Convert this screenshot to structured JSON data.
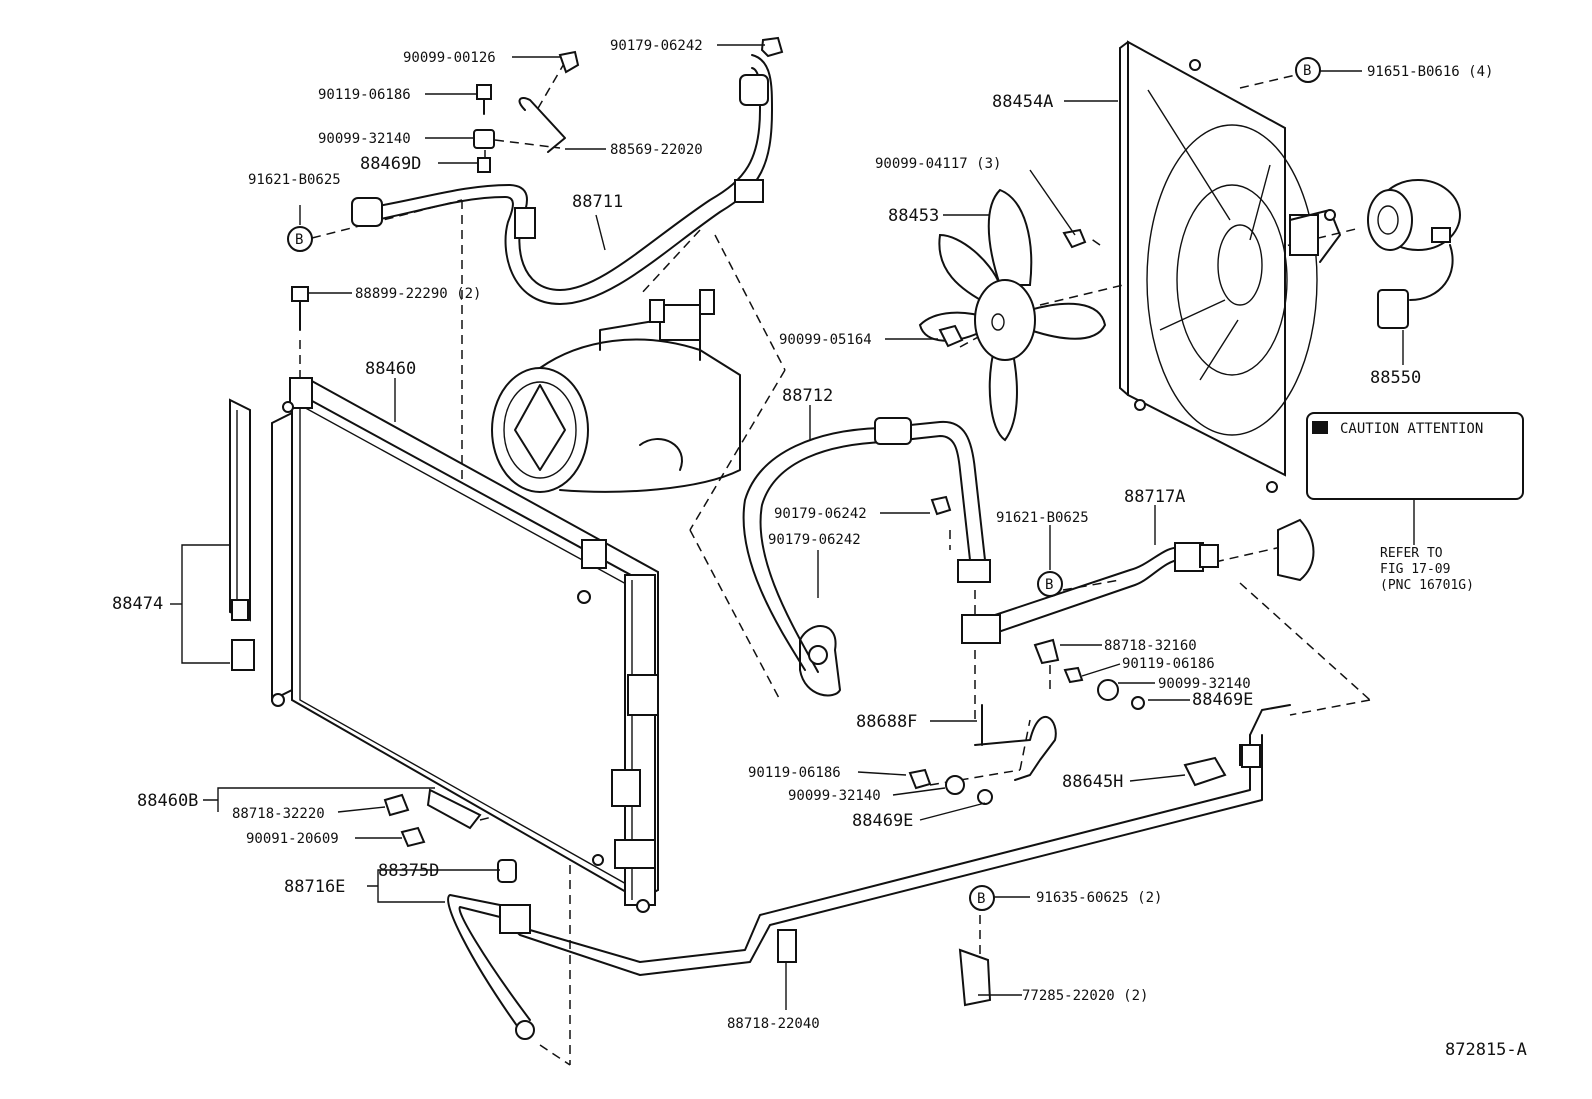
{
  "diagram_id": "872815-A",
  "callouts": {
    "c_90099_00126": "90099-00126",
    "c_90179_06242_top": "90179-06242",
    "c_90119_06186_top": "90119-06186",
    "c_90099_32140_top": "90099-32140",
    "c_88569_22020": "88569-22020",
    "c_88469D": "88469D",
    "c_91621_B0625_left": "91621-B0625",
    "c_88711": "88711",
    "c_88899_22290": "88899-22290 (2)",
    "c_88460": "88460",
    "c_88474": "88474",
    "c_88454A": "88454A",
    "c_91651_B0616": "91651-B0616 (4)",
    "c_90099_04117": "90099-04117 (3)",
    "c_88453": "88453",
    "c_90099_05164": "90099-05164",
    "c_88550": "88550",
    "c_88712": "88712",
    "c_90179_06242_mid1": "90179-06242",
    "c_90179_06242_mid2": "90179-06242",
    "c_91621_B0625_right": "91621-B0625",
    "c_88717A": "88717A",
    "c_88718_32160": "88718-32160",
    "c_90119_06186_right": "90119-06186",
    "c_90099_32140_right": "90099-32140",
    "c_88469E_right": "88469E",
    "c_88688F": "88688F",
    "c_90119_06186_low": "90119-06186",
    "c_90099_32140_low": "90099-32140",
    "c_88469E_low": "88469E",
    "c_88645H": "88645H",
    "c_88460B": "88460B",
    "c_88718_32220": "88718-32220",
    "c_90091_20609": "90091-20609",
    "c_88716E": "88716E",
    "c_88375D": "88375D",
    "c_91635_60625": "91635-60625 (2)",
    "c_77285_22020": "77285-22020 (2)",
    "c_88718_22040": "88718-22040"
  },
  "markers": {
    "b_letter": "B"
  },
  "caution_label": {
    "text": "CAUTION ATTENTION"
  },
  "refer_note": {
    "line1": "REFER TO",
    "line2": "FIG 17-09",
    "line3": "(PNC 16701G)"
  }
}
